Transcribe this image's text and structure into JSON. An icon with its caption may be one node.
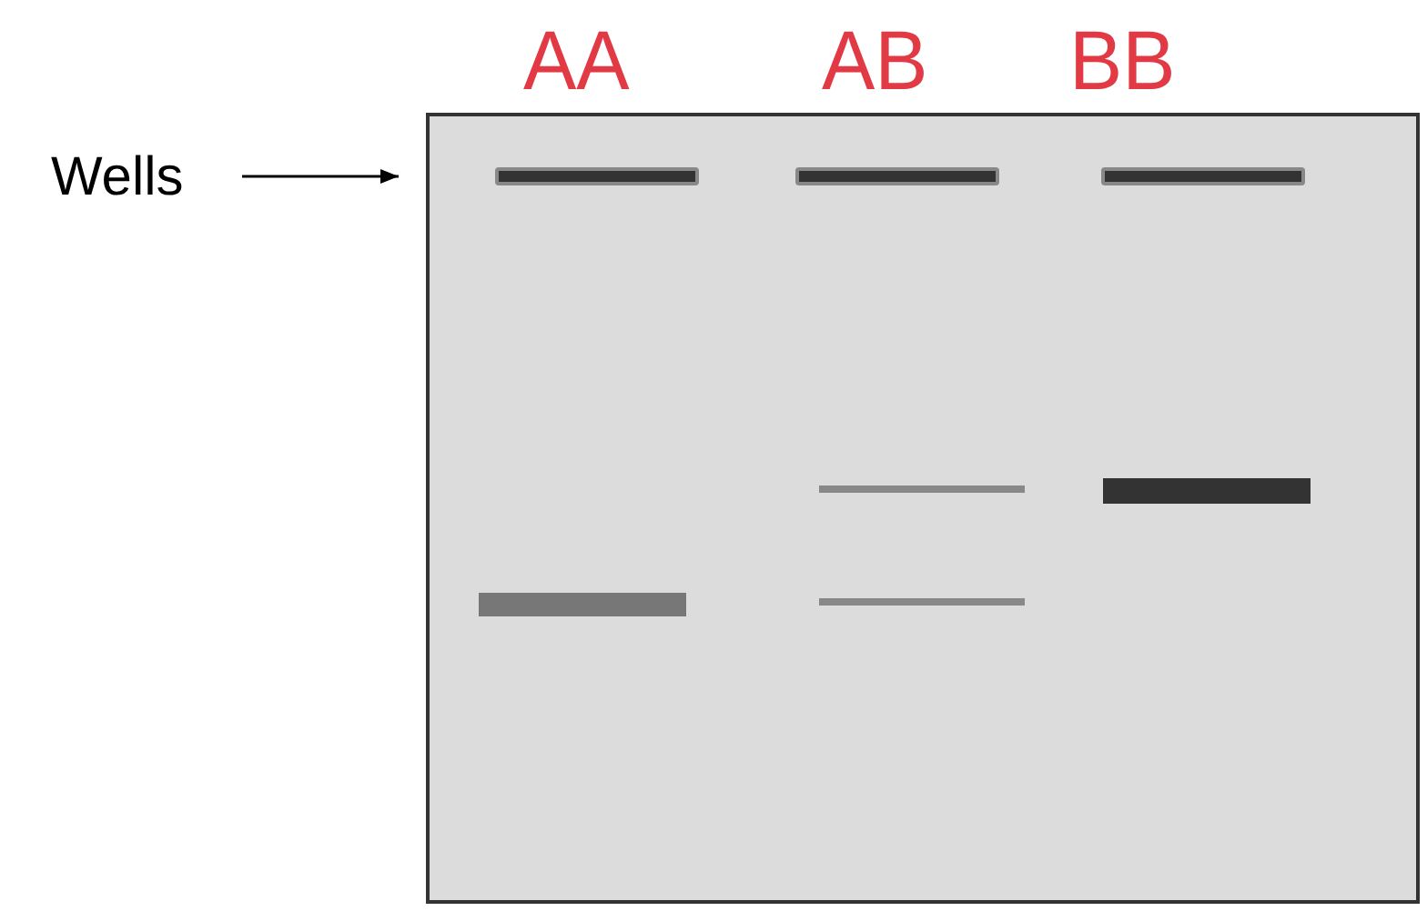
{
  "diagram": {
    "nodes": [
      {
        "text": [
          "Wells"
        ]
      },
      {
        "text": [],
        "shape": "box"
      },
      {
        "text": [],
        "shape": "bar",
        "in": 1
      },
      {
        "text": [],
        "shape": "bar",
        "in": 1
      },
      {
        "text": [],
        "shape": "bar",
        "in": 1
      }
    ],
    "edges": [
      {
        "from": 0,
        "to": 1,
        "arrow": "to"
      }
    ],
    "labels": [
      "AA",
      "AB",
      "BB"
    ]
  }
}
